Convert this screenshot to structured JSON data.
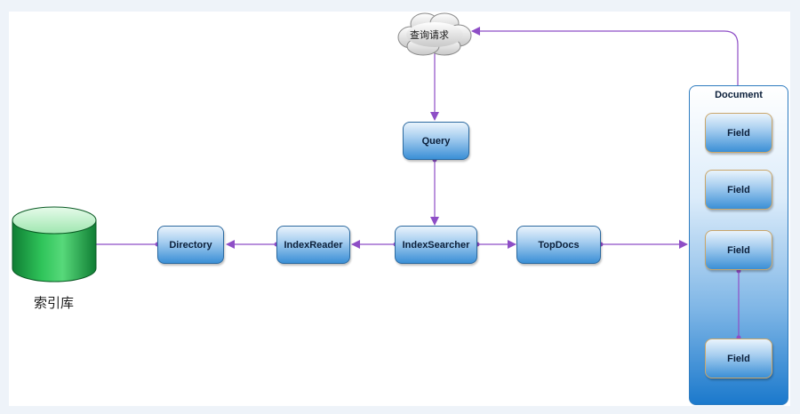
{
  "nodes": {
    "query_request": "查询请求",
    "query": "Query",
    "index_searcher": "IndexSearcher",
    "index_reader": "IndexReader",
    "directory": "Directory",
    "top_docs": "TopDocs",
    "index_store": "索引库"
  },
  "document": {
    "title": "Document",
    "fields": [
      "Field",
      "Field",
      "Field",
      "Field"
    ]
  },
  "colors": {
    "connector": "#8e4ec6",
    "node_border": "#2c6aa0",
    "field_border": "#c9a66a",
    "database": "#22b34c"
  }
}
